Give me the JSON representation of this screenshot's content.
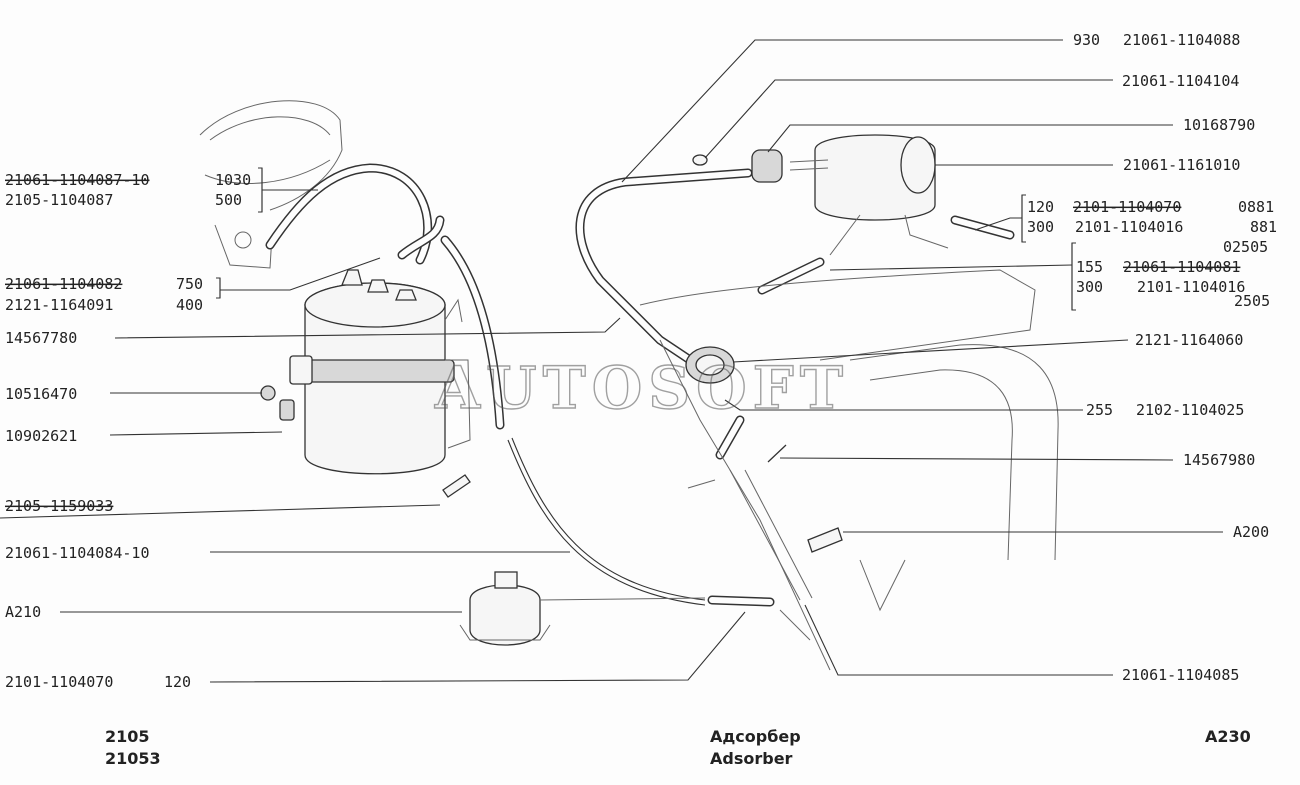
{
  "watermark": "AUTOSOFT",
  "labels": {
    "l930": "930",
    "p1104088": "21061-1104088",
    "p1104104": "21061-1104104",
    "p10168790": "10168790",
    "p1161010": "21061-1161010",
    "r120a": "120",
    "p1104070_0881": "2101-1104070",
    "v0881": "0881",
    "r300a": "300",
    "p1104016_881": "2101-1104016",
    "v881": "881",
    "v02505": "02505",
    "r155": "155",
    "p1104081": "21061-1104081",
    "r300b": "300",
    "p1104016b": "2101-1104016",
    "v2505": "2505",
    "p1164060": "2121-1164060",
    "l255": "255",
    "p1104025": "2102-1104025",
    "p14567980": "14567980",
    "pA200": "A200",
    "p1104085": "21061-1104085",
    "p1104087_10": "21061-1104087-10",
    "v1030": "1030",
    "p1104087": "2105-1104087",
    "v500": "500",
    "p1104082": "21061-1104082",
    "v750": "750",
    "p1164091": "2121-1164091",
    "v400": "400",
    "p14567780": "14567780",
    "p10516470": "10516470",
    "p10902621": "10902621",
    "p1159033": "2105-1159033",
    "p1104084_10": "21061-1104084-10",
    "pA210": "A210",
    "p1104070_120": "2101-1104070",
    "v120": "120"
  },
  "footer": {
    "model1": "2105",
    "model2": "21053",
    "title_ru": "Адсорбер",
    "title_en": "Adsorber",
    "page": "A230"
  }
}
